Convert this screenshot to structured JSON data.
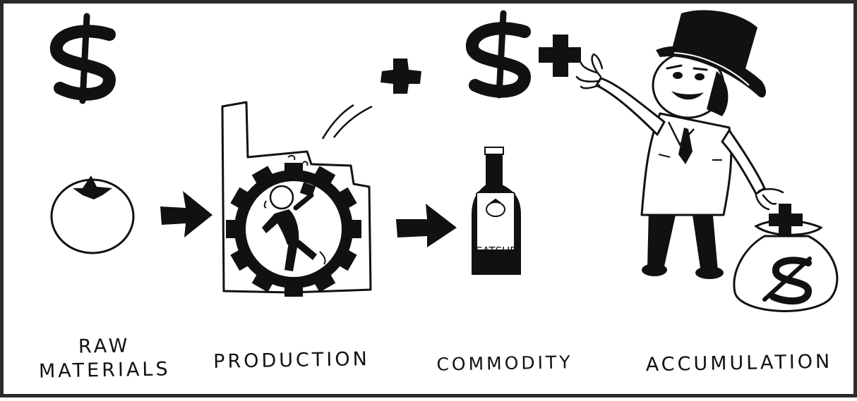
{
  "stages": [
    {
      "id": "raw-materials",
      "lines": [
        "RAW",
        "MATERIALS"
      ]
    },
    {
      "id": "production",
      "lines": [
        "PRODUCTION"
      ]
    },
    {
      "id": "commodity",
      "lines": [
        "COMMODITY"
      ]
    },
    {
      "id": "accumulation",
      "lines": [
        "ACCUMULATION"
      ]
    }
  ],
  "bottle_label": "CATSUP",
  "symbols": {
    "dollar": "$",
    "plus": "+"
  },
  "colors": {
    "ink": "#111111",
    "frame": "#2b2b2b",
    "paper": "#ffffff"
  }
}
